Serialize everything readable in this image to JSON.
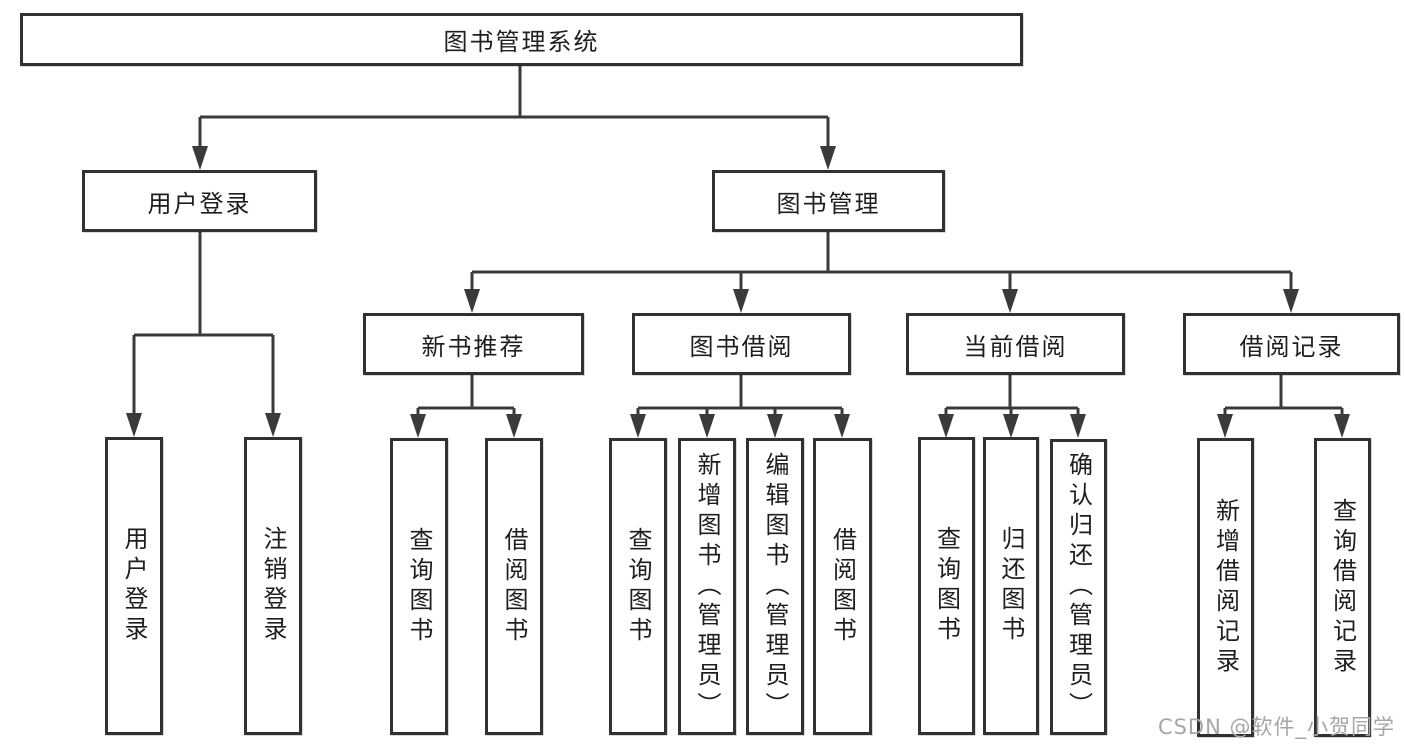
{
  "diagram": {
    "root": "图书管理系统",
    "level2": [
      "用户登录",
      "图书管理"
    ],
    "level3": [
      "新书推荐",
      "图书借阅",
      "当前借阅",
      "借阅记录"
    ],
    "leaves": {
      "user_login": [
        "用户登录",
        "注销登录"
      ],
      "new_book_recommend": [
        "查询图书",
        "借阅图书"
      ],
      "book_borrow": [
        "查询图书",
        "新增图书（管理员）",
        "编辑图书（管理员）",
        "借阅图书"
      ],
      "current_borrow": [
        "查询图书",
        "归还图书",
        "确认归还（管理员）"
      ],
      "borrow_records": [
        "新增借阅记录",
        "查询借阅记录"
      ]
    }
  },
  "watermark": "CSDN @软件_小贺同学",
  "colors": {
    "line": "#3a3a3a",
    "box_border": "#313131",
    "box_fill": "#ffffff",
    "text": "#1e1e1e",
    "watermark": "#a6a6a6",
    "background": "#ffffff"
  }
}
